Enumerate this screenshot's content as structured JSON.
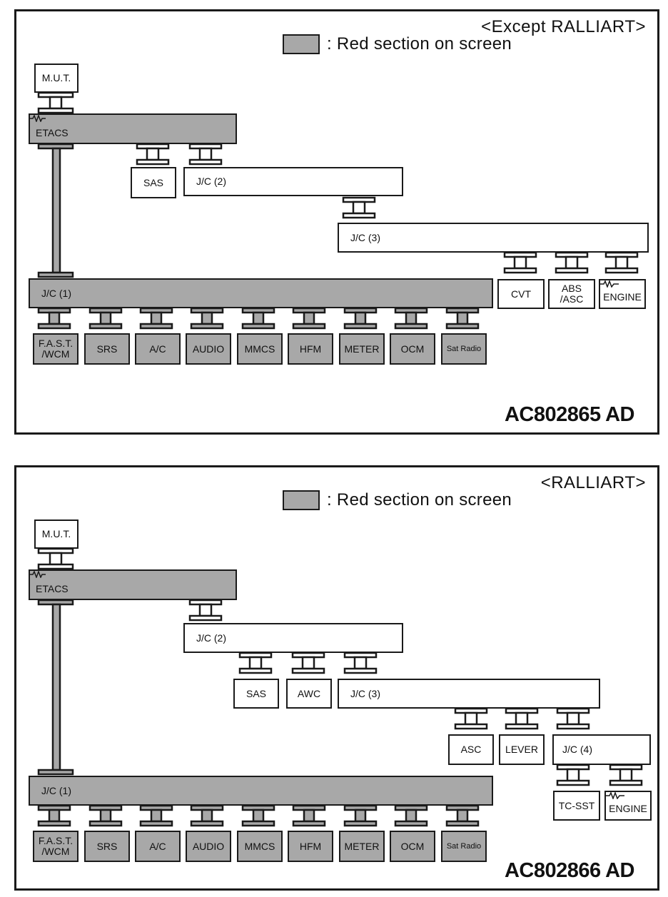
{
  "legend": {
    "swatch_color": "#a8a8a8",
    "text": ": Red section on screen"
  },
  "panels": [
    {
      "variant": "<Except RALLIART>",
      "code": "AC802865 AD",
      "nodes": {
        "mut": "M.U.T.",
        "etacs": "ETACS",
        "sas": "SAS",
        "jc2": "J/C (2)",
        "jc3": "J/C (3)",
        "jc1": "J/C (1)",
        "cvt": "CVT",
        "abs": "ABS\n/ASC",
        "engine": "ENGINE",
        "fast": "F.A.S.T.\n/WCM",
        "srs": "SRS",
        "ac": "A/C",
        "audio": "AUDIO",
        "mmcs": "MMCS",
        "hfm": "HFM",
        "meter": "METER",
        "ocm": "OCM",
        "satradio": "Sat Radio"
      }
    },
    {
      "variant": "<RALLIART>",
      "code": "AC802866 AD",
      "nodes": {
        "mut": "M.U.T.",
        "etacs": "ETACS",
        "jc2": "J/C (2)",
        "sas": "SAS",
        "awc": "AWC",
        "jc3": "J/C (3)",
        "asc": "ASC",
        "lever": "LEVER",
        "jc4": "J/C (4)",
        "tcsst": "TC-SST",
        "engine": "ENGINE",
        "jc1": "J/C (1)",
        "fast": "F.A.S.T.\n/WCM",
        "srs": "SRS",
        "ac": "A/C",
        "audio": "AUDIO",
        "mmcs": "MMCS",
        "hfm": "HFM",
        "meter": "METER",
        "ocm": "OCM",
        "satradio": "Sat Radio"
      }
    }
  ]
}
